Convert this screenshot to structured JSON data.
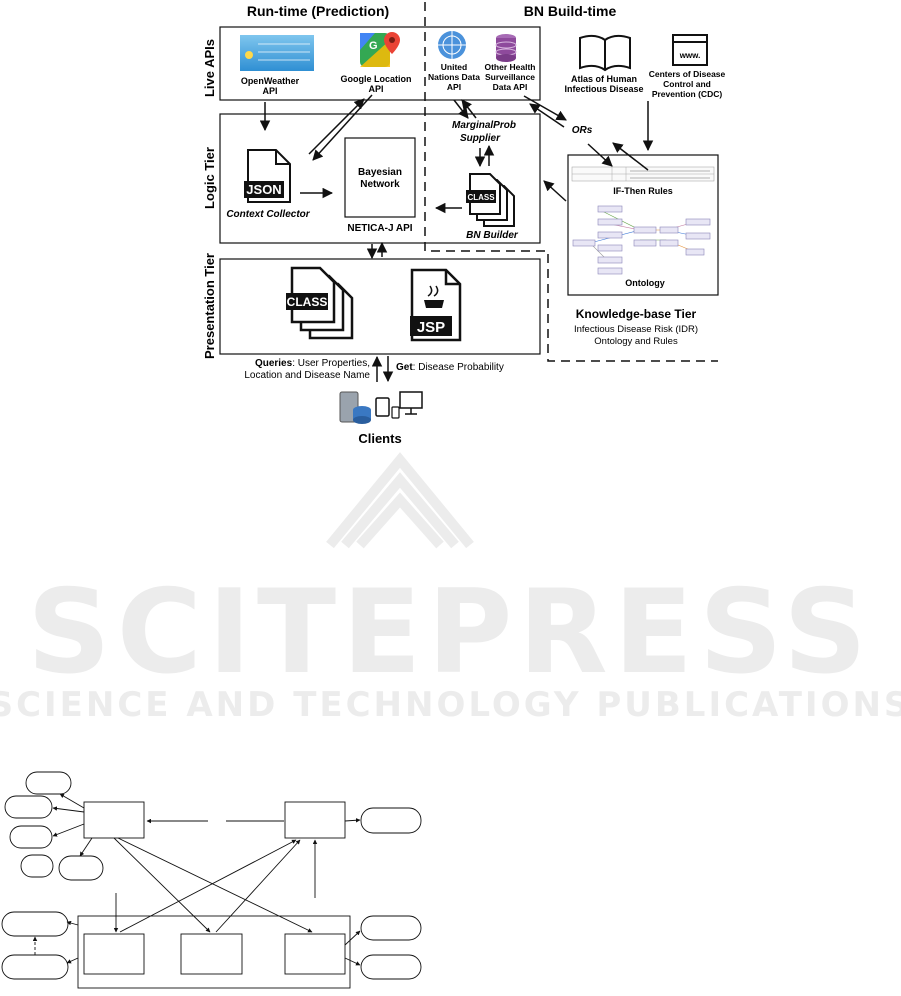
{
  "header": {
    "runtime": "Run-time (Prediction)",
    "buildtime": "BN Build-time"
  },
  "tiers": {
    "live_apis": "Live APIs",
    "logic": "Logic Tier",
    "presentation": "Presentation Tier"
  },
  "apis": {
    "openweather_1": "OpenWeather",
    "openweather_2": "API",
    "google_1": "Google Location",
    "google_2": "API",
    "un_1": "United",
    "un_2": "Nations Data",
    "un_3": "API",
    "other_1": "Other Health",
    "other_2": "Surveillance",
    "other_3": "Data API"
  },
  "sources": {
    "atlas_1": "Atlas of Human",
    "atlas_2": "Infectious Disease",
    "cdc_1": "Centers of Disease",
    "cdc_2": "Control and",
    "cdc_3": "Prevention (CDC)",
    "www": "www."
  },
  "logic": {
    "json_badge": "JSON",
    "context_collector": "Context Collector",
    "bn_1": "Bayesian",
    "bn_2": "Network",
    "netica": "NETICA-J API",
    "marginal_1": "MarginalProb",
    "marginal_2": "Supplier",
    "class_badge": "CLASS",
    "bn_builder": "BN Builder",
    "ors": "ORs"
  },
  "kb": {
    "rules": "IF-Then Rules",
    "ontology": "Ontology",
    "title": "Knowledge-base Tier",
    "sub_1": "Infectious Disease Risk (IDR)",
    "sub_2": "Ontology and Rules"
  },
  "presentation": {
    "class_badge": "CLASS",
    "jsp_badge": "JSP"
  },
  "clients": {
    "queries_bold": "Queries",
    "queries_rest": ": User Properties,",
    "queries_2": "Location and Disease Name",
    "get_bold": "Get",
    "get_rest": ": Disease Probability",
    "label": "Clients"
  },
  "watermark": {
    "line1": "SCITEPRESS",
    "line2": "SCIENCE AND TECHNOLOGY PUBLICATIONS"
  },
  "colors": {
    "google_blue": "#4285f4",
    "google_green": "#34a853",
    "google_red": "#ea4335",
    "un_blue": "#4b92db",
    "db_purple": "#8e4a9c",
    "watermark": "#ebebeb"
  }
}
